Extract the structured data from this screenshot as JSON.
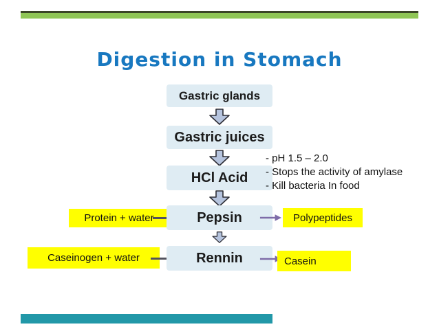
{
  "title": "Digestion in Stomach",
  "flow": {
    "box1": "Gastric glands",
    "box2": "Gastric juices",
    "box3": "HCl Acid",
    "box4": "Pepsin",
    "box5": "Rennin"
  },
  "notes": {
    "lines": [
      "- pH 1.5 – 2.0",
      "- Stops the activity of amylase",
      "- Kill bacteria In food"
    ]
  },
  "labels": {
    "pepsin_input": "Protein + water",
    "pepsin_output": "Polypeptides",
    "rennin_input": "Caseinogen + water",
    "rennin_output": "Casein"
  },
  "colors": {
    "top_bar_dark": "#3A4526",
    "top_bar_green": "#8FC655",
    "title_blue": "#1878C0",
    "box_blue": "#DFECF3",
    "arrow_fill": "#B6C4DE",
    "arrow_stroke": "#2E2E36",
    "highlight_yellow": "#FFFF00",
    "connector_gray": "#52525E",
    "connector_purple": "#7E6CA8",
    "footer_teal": "#2298A8"
  }
}
